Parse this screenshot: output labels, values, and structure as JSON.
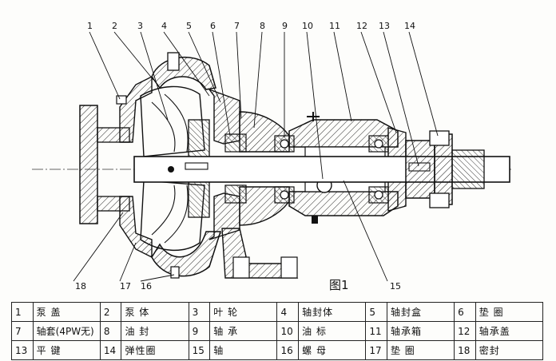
{
  "figure": {
    "caption": "图1"
  },
  "callouts": [
    "1",
    "2",
    "3",
    "4",
    "5",
    "6",
    "7",
    "8",
    "9",
    "10",
    "11",
    "12",
    "13",
    "14",
    "15",
    "16",
    "17",
    "18"
  ],
  "legend": {
    "rows": [
      [
        {
          "num": "1",
          "name": "泵 盖"
        },
        {
          "num": "2",
          "name": "泵 体"
        },
        {
          "num": "3",
          "name": "叶 轮"
        },
        {
          "num": "4",
          "name": "轴封体"
        },
        {
          "num": "5",
          "name": "轴封盒"
        },
        {
          "num": "6",
          "name": "垫 圈"
        }
      ],
      [
        {
          "num": "7",
          "name": "轴套(4PW无)"
        },
        {
          "num": "8",
          "name": "油 封"
        },
        {
          "num": "9",
          "name": "轴 承"
        },
        {
          "num": "10",
          "name": "油 标"
        },
        {
          "num": "11",
          "name": "轴承箱"
        },
        {
          "num": "12",
          "name": "轴承盖"
        }
      ],
      [
        {
          "num": "13",
          "name": "平 键"
        },
        {
          "num": "14",
          "name": "弹性圈"
        },
        {
          "num": "15",
          "name": "轴"
        },
        {
          "num": "16",
          "name": "螺 母"
        },
        {
          "num": "17",
          "name": "垫 圈"
        },
        {
          "num": "18",
          "name": "密封"
        }
      ]
    ]
  }
}
